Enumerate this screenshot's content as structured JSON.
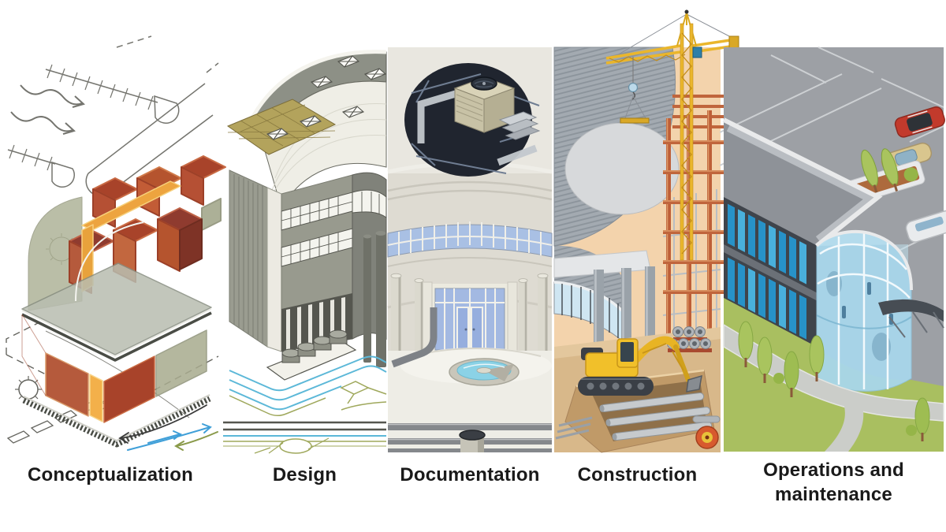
{
  "figure": {
    "subject": "Building lifecycle stages illustration",
    "stage_count": 5
  },
  "panels": [
    {
      "id": "conceptualization",
      "label": "Conceptualization",
      "background": "#ffffff",
      "depicts": "Hand-sketch site plan with wavy sun-path arrows, hatched property lines and an isometric massing model of orange, red and olive blocks with glass floor plates"
    },
    {
      "id": "design",
      "label": "Design",
      "background": "#ffffff",
      "depicts": "Isometric architectural model in grays with curved roof, X-marked skylights, tan roof grid, window bands, rooftop equipment and blue/olive utility routing to a road"
    },
    {
      "id": "documentation",
      "label": "Documentation",
      "background": "#e9e7e0",
      "depicts": "Rotunda elevation with dark circular rooftop HVAC cutaway, curved window band, glazed entrance, fountain and buried service pipes"
    },
    {
      "id": "construction",
      "label": "Construction",
      "background": "#f3d3ac",
      "depicts": "Tower crane, rust-orange steel framing, concrete columns, yellow excavator and an open trench with pipes and a cable spool"
    },
    {
      "id": "operations-maintenance",
      "label": "Operations and maintenance",
      "background": "#9da0a5",
      "depicts": "Completed building with flat gray roof, blue curtain-wall windows, barrel-vaulted glass atrium with occupants, parking lot with cars, planters, lawn and walkways"
    }
  ],
  "colors": {
    "label_text": "#1a1a1a",
    "page_background": "#ffffff",
    "sketch_line": "#75756f",
    "massing_orange": "#d9813d",
    "massing_red": "#9e3b2a",
    "massing_amber": "#f0a845",
    "massing_olive": "#a9ad93",
    "model_gray": "#8f9186",
    "blueprint_blue": "#5cb8d8",
    "utility_olive": "#9fa85c",
    "documentation_bg": "#e9e7e0",
    "cutaway_dark": "#20252f",
    "window_blue": "#a9c0e4",
    "construction_bg": "#f3d3ac",
    "crane_yellow": "#eab62c",
    "steel_orange": "#c0653c",
    "excavator_yellow": "#f1c02a",
    "soil_tan": "#d8b88a",
    "operations_bg": "#9da0a5",
    "glass_blue": "#2792c8",
    "atrium_glass": "#a8d7ed",
    "lawn_green": "#a9bf60"
  }
}
